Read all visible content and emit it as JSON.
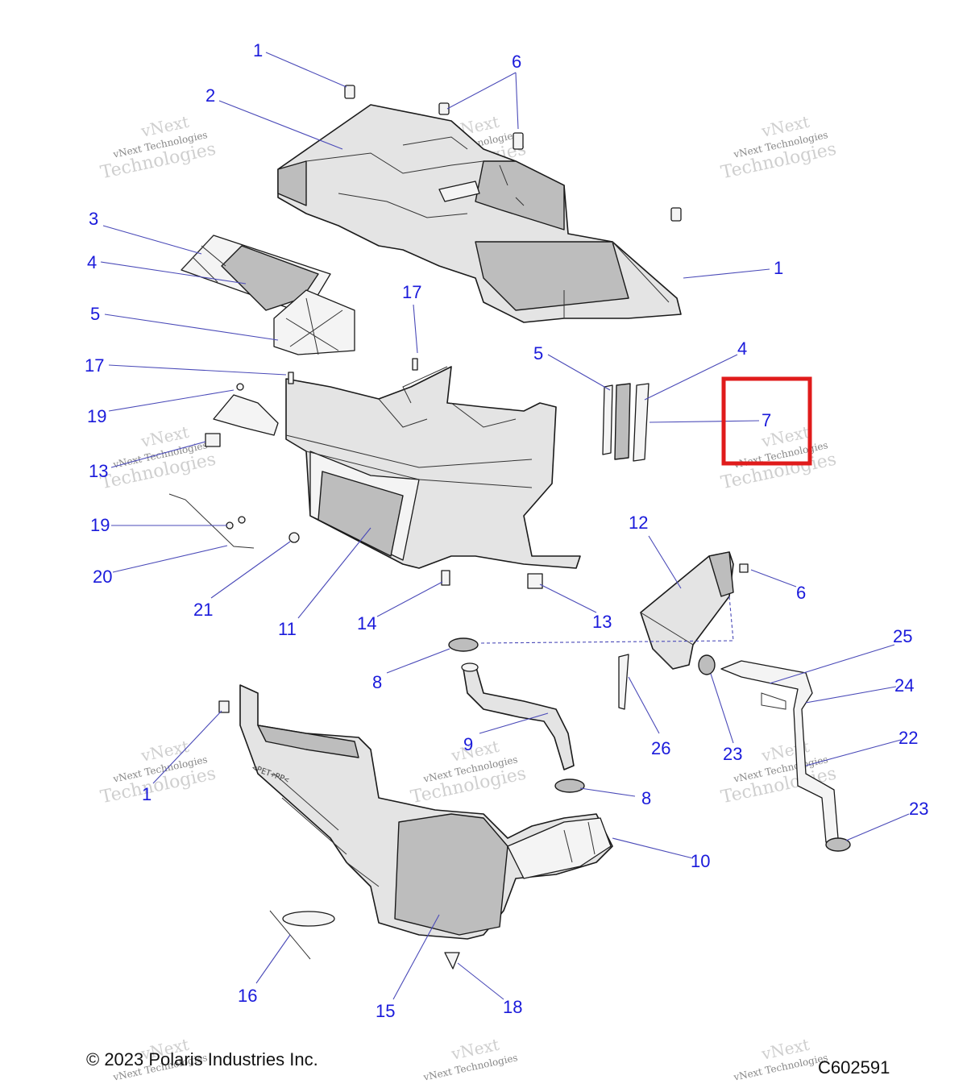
{
  "callouts": [
    "1",
    "6",
    "2",
    "3",
    "4",
    "1",
    "5",
    "17",
    "5",
    "4",
    "17",
    "7",
    "19",
    "13",
    "12",
    "19",
    "6",
    "20",
    "21",
    "11",
    "14",
    "13",
    "25",
    "8",
    "24",
    "22",
    "9",
    "26",
    "23",
    "1",
    "8",
    "23",
    "10",
    "16",
    "15",
    "18"
  ],
  "watermark": {
    "line1": "vNext",
    "line2": "vNext Technologies",
    "line3": "Technologies"
  },
  "engraving": "<PET+PP<",
  "footer": {
    "copyright": "© 2023 Polaris Industries Inc.",
    "diagram_id": "C602591"
  },
  "colors": {
    "callout": "#1a1adb",
    "highlight": "#e01b1b",
    "watermark": "#cfcfcf"
  }
}
